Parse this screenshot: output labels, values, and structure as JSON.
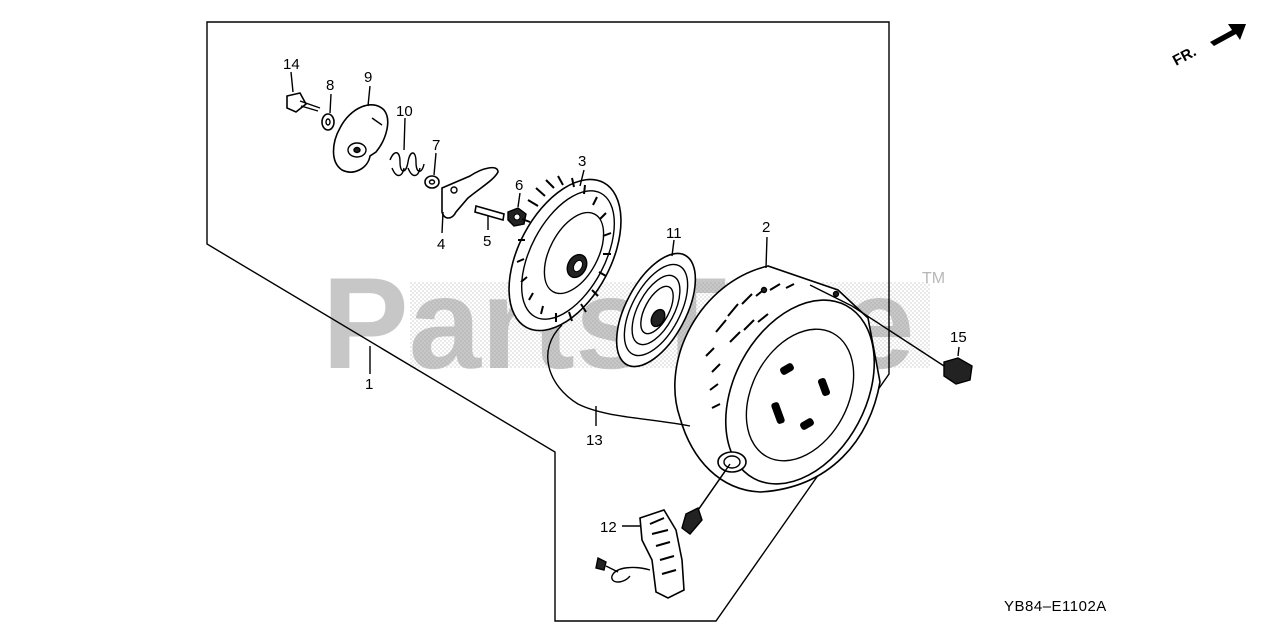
{
  "diagram": {
    "watermark": "PartsTree",
    "trademark": "TM",
    "direction_label": "FR.",
    "figure_code": "YB84–E1102A"
  },
  "callouts": [
    "1",
    "2",
    "3",
    "4",
    "5",
    "6",
    "7",
    "8",
    "9",
    "10",
    "11",
    "12",
    "13",
    "14",
    "15"
  ]
}
